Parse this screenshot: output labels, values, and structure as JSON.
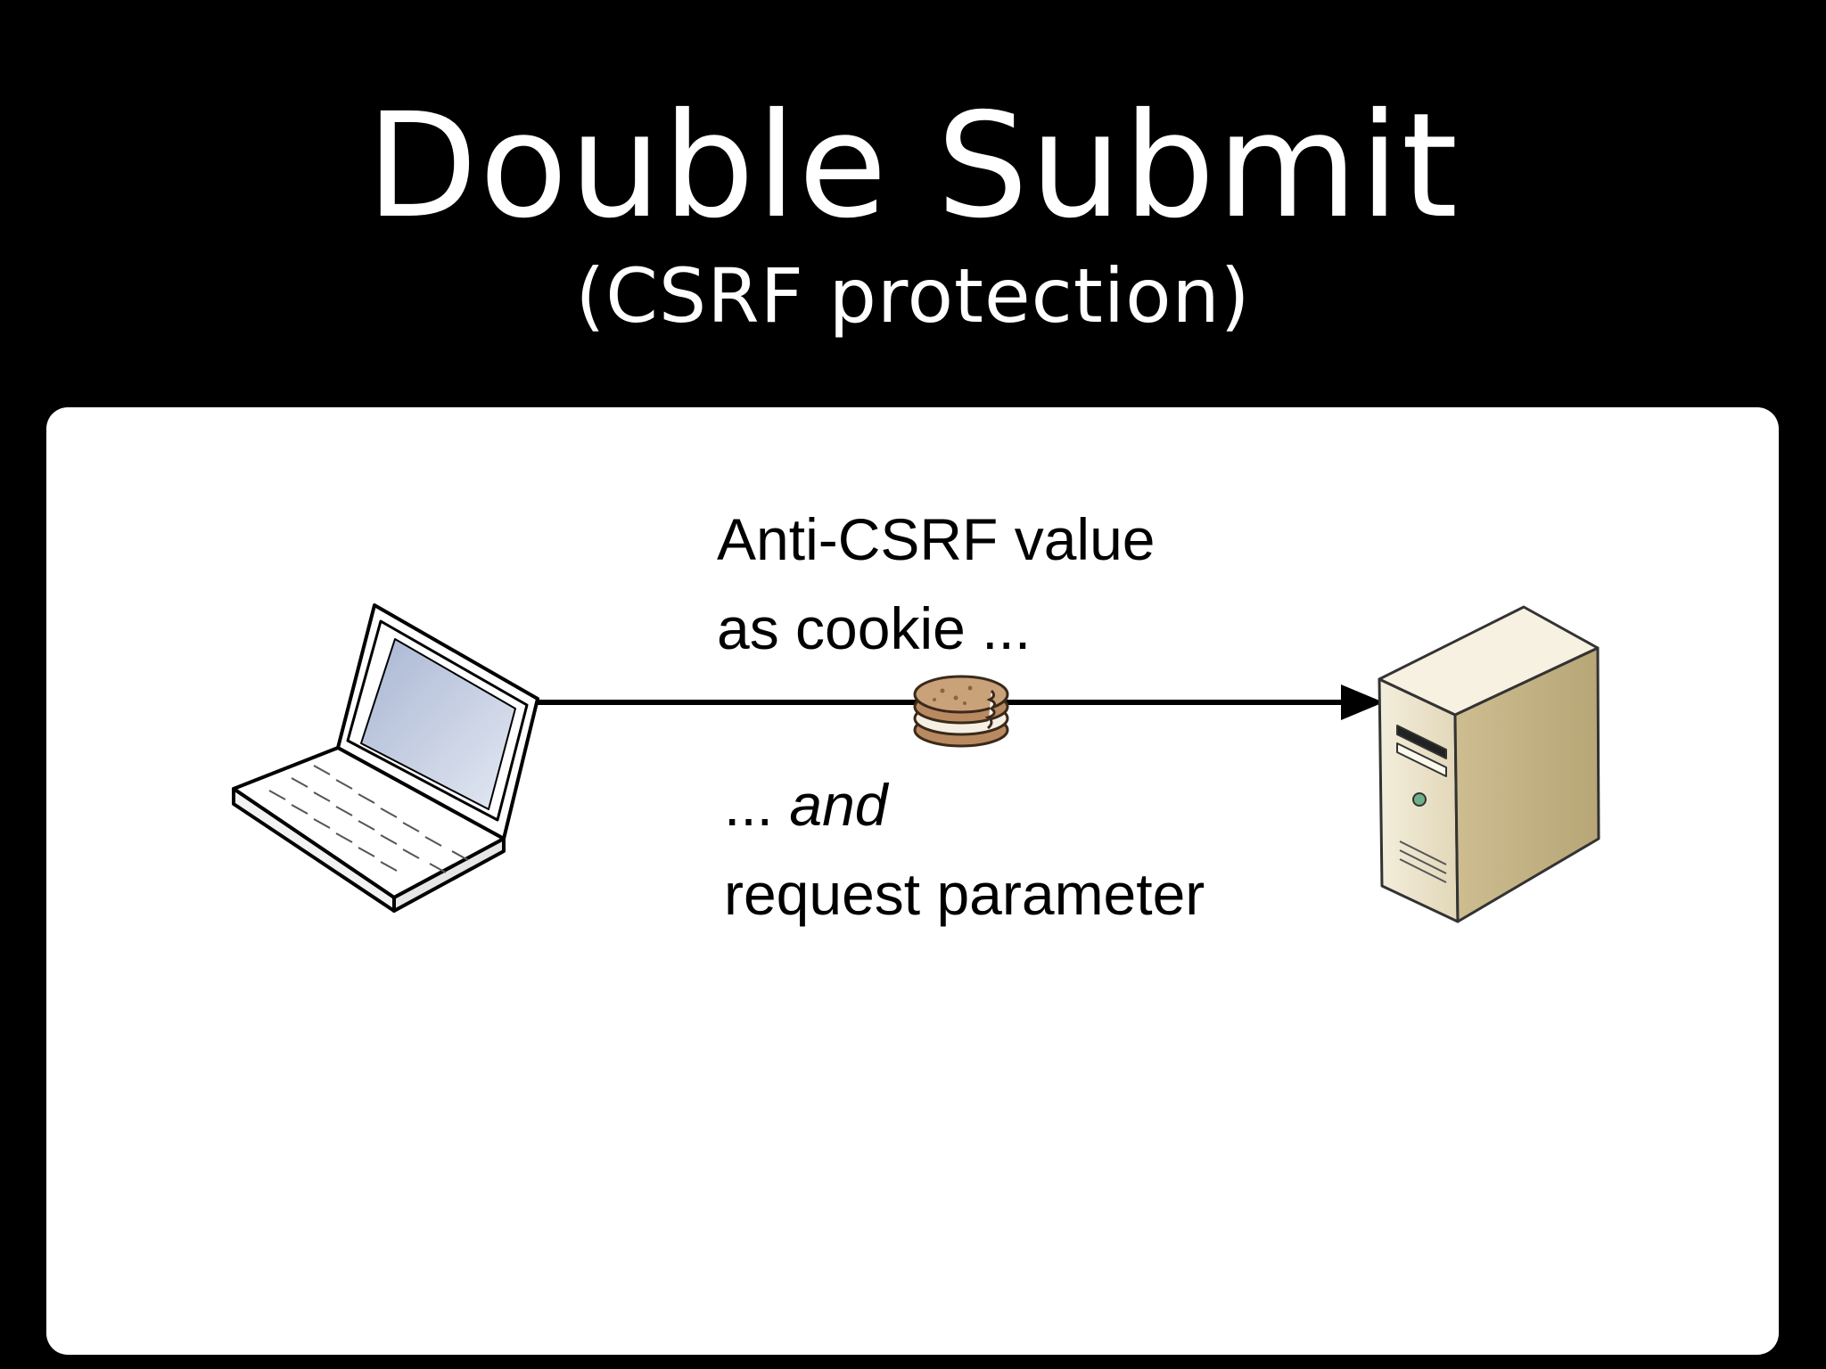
{
  "slide": {
    "title": "Double Submit",
    "subtitle": "(CSRF protection)"
  },
  "diagram": {
    "top_label": {
      "line1": "Anti-CSRF value",
      "line2": "as cookie ..."
    },
    "bottom_label": {
      "prefix": "... ",
      "emphasis": "and",
      "line2": "request parameter"
    },
    "nodes": [
      {
        "name": "laptop",
        "icon": "laptop-icon"
      },
      {
        "name": "server",
        "icon": "server-icon"
      }
    ],
    "connection_icon": "cookie-icon",
    "colors": {
      "background": "#000000",
      "panel": "#ffffff",
      "arrow": "#000000",
      "cookie": "#c9a27a",
      "server": "#d8cdb0",
      "laptop_screen": "#c8d3e6"
    }
  }
}
